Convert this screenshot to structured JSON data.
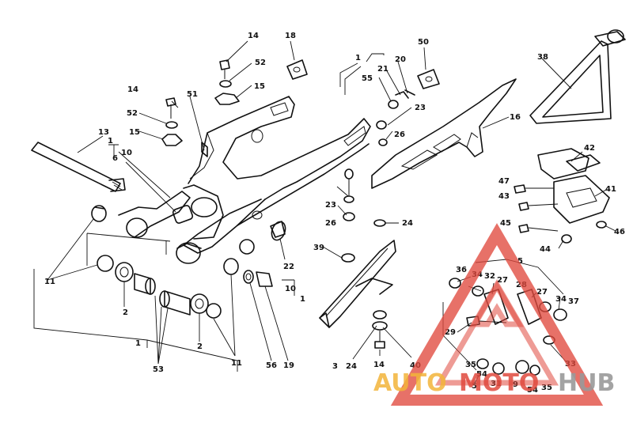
{
  "labels": {
    "l1": "1",
    "l2": "1",
    "l3": "1",
    "l4": "1",
    "l5": "2",
    "l6": "2",
    "l7": "3",
    "l8": "5",
    "l9": "5",
    "l10": "6",
    "l11": "9",
    "l12": "10",
    "l13": "10",
    "l14": "11",
    "l15": "11",
    "l16": "13",
    "l17": "14",
    "l18": "14",
    "l19": "14",
    "l20": "15",
    "l21": "15",
    "l22": "16",
    "l23": "18",
    "l24": "19",
    "l25": "20",
    "l26": "21",
    "l27": "22",
    "l28": "23",
    "l29": "23",
    "l30": "24",
    "l31": "24",
    "l32": "26",
    "l33": "26",
    "l34": "27",
    "l35": "27",
    "l36": "28",
    "l37": "29",
    "l38": "31",
    "l39": "32",
    "l40": "33",
    "l41": "34",
    "l42": "34",
    "l43": "35",
    "l44": "35",
    "l45": "36",
    "l46": "37",
    "l47": "38",
    "l48": "39",
    "l49": "40",
    "l50": "41",
    "l51": "42",
    "l52": "43",
    "l53": "44",
    "l54": "45",
    "l55": "46",
    "l56": "47",
    "l57": "50",
    "l58": "51",
    "l59": "52",
    "l60": "52",
    "l61": "53",
    "l62": "54",
    "l63": "54",
    "l64": "55",
    "l65": "56"
  },
  "watermark": {
    "word_auto": "AUTO",
    "word_moto": "MOTO",
    "word_hub": "HUB",
    "colors": {
      "red": "#e0493e",
      "yellow": "#f3b43a",
      "grey": "#9a9a9a"
    }
  }
}
